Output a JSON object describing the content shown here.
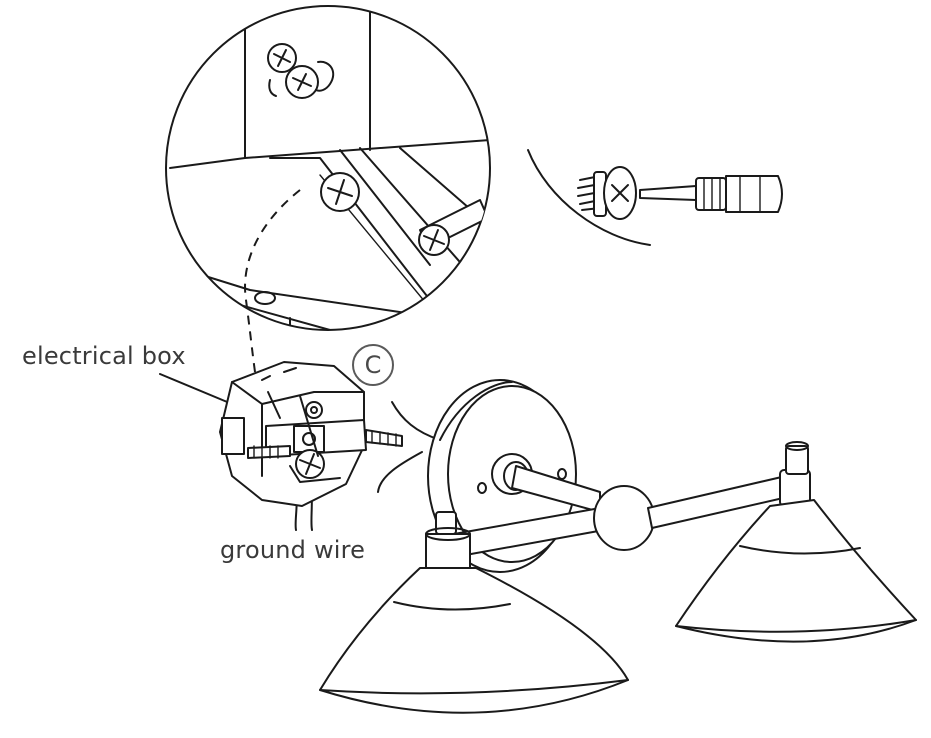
{
  "labels": {
    "electrical_box": "electrical box",
    "ground_wire": "ground wire",
    "step": "C"
  },
  "colors": {
    "line": "#1a1a1a",
    "label_text": "#3a3a3a",
    "background": "#ffffff"
  },
  "icons": [
    "phillips-screw-icon",
    "screwdriver-icon"
  ]
}
